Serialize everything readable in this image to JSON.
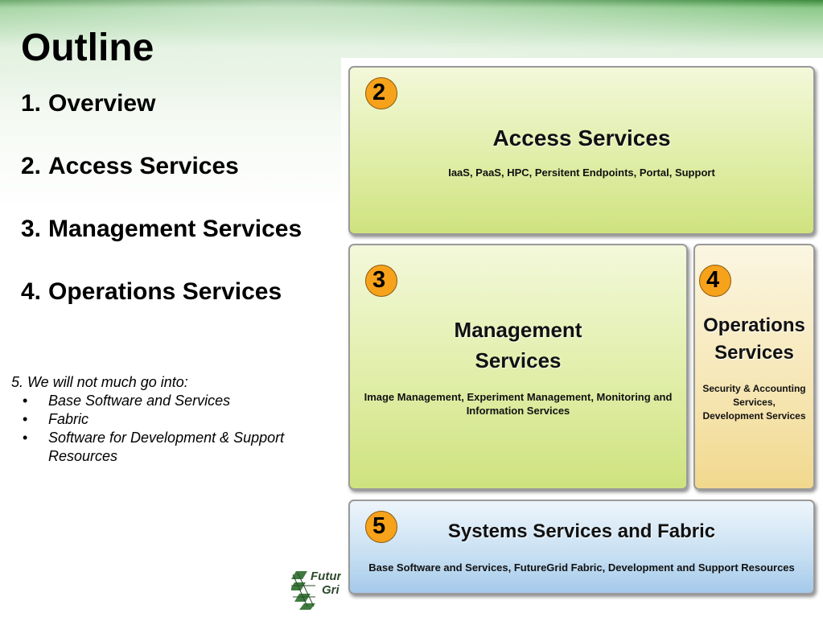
{
  "slide": {
    "title": "Outline",
    "outline": [
      {
        "num": "1.",
        "label": "Overview"
      },
      {
        "num": "2.",
        "label": "Access Services"
      },
      {
        "num": "3.",
        "label": "Management Services"
      },
      {
        "num": "4.",
        "label": "Operations Services"
      }
    ],
    "note": {
      "title": "5. We will not much go into:",
      "items": [
        {
          "bullet": "•",
          "text": "Base Software and Services"
        },
        {
          "bullet": "•",
          "text": "Fabric"
        },
        {
          "bullet": "•",
          "text": "Software for Development & Support Resources"
        }
      ]
    },
    "logo": {
      "line1": "Futur",
      "line2": "Gri"
    }
  },
  "diagram": {
    "access": {
      "badge": "2",
      "title": "Access Services",
      "subtitle": "IaaS, PaaS, HPC, Persitent Endpoints, Portal, Support"
    },
    "management": {
      "badge": "3",
      "title_line1": "Management",
      "title_line2": "Services",
      "subtitle_line1": "Image Management, Experiment Management, Monitoring and",
      "subtitle_line2": "Information Services"
    },
    "operations": {
      "badge": "4",
      "title_line1": "Operations",
      "title_line2": "Services",
      "subtitle_line1": "Security & Accounting",
      "subtitle_line2": "Services,",
      "subtitle_line3": "Development Services"
    },
    "systems": {
      "badge": "5",
      "title": "Systems Services and Fabric",
      "subtitle": "Base Software and Services, FutureGrid Fabric, Development and Support Resources"
    }
  },
  "colors": {
    "badge": "#f7a21b",
    "access_box": "#e0eea8",
    "operations_box": "#f6e6b4",
    "systems_box": "#c6dff2"
  }
}
